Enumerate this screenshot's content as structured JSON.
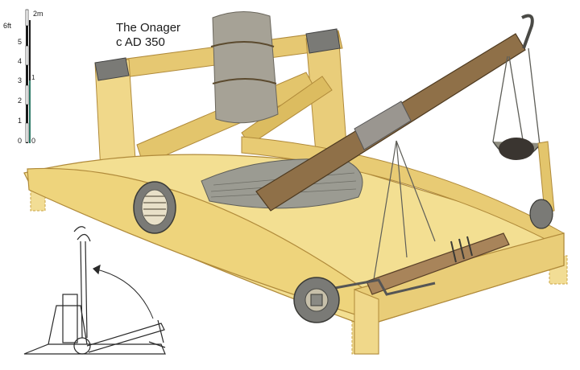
{
  "title": {
    "line1": "The Onager",
    "line2": "c AD 350"
  },
  "scale": {
    "feet_unit": "6ft",
    "meter_unit": "2m",
    "feet_ticks": [
      "5",
      "4",
      "3",
      "2",
      "1",
      "0"
    ],
    "meter_ticks": [
      "1",
      "0"
    ]
  },
  "colors": {
    "wood_light": "#f0dc8a",
    "wood_mid": "#e3c56c",
    "wood_dark": "#c9a448",
    "arm": "#8a6a3c",
    "rope": "#8f8f88",
    "iron": "#6d6d6d"
  }
}
